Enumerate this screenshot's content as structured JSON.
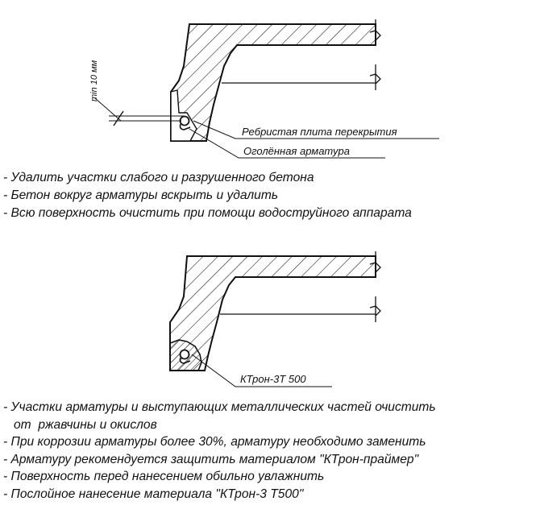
{
  "diagram_1": {
    "dimension_label": "min 10 мм",
    "label_slab": "Ребристая плита перекрытия",
    "label_rebar": "Оголённая арматура"
  },
  "steps_1": [
    "- Удалить участки слабого и разрушенного бетона",
    "- Бетон вокруг арматуры вскрыть и удалить",
    "- Всю поверхность очистить при помощи водоструйного аппарата"
  ],
  "diagram_2": {
    "label_material": "КТрон-3Т 500"
  },
  "steps_2": [
    "- Участки арматуры и выступающих металлических частей очистить",
    "   от  ржавчины и окислов",
    "- При коррозии арматуры более 30%, арматуру необходимо заменить",
    "- Арматуру рекомендуется защитить материалом \"КТрон-праймер\"",
    "- Поверхность перед нанесением обильно увлажнить",
    "- Послойное нанесение материала \"КТрон-3 Т500\""
  ]
}
